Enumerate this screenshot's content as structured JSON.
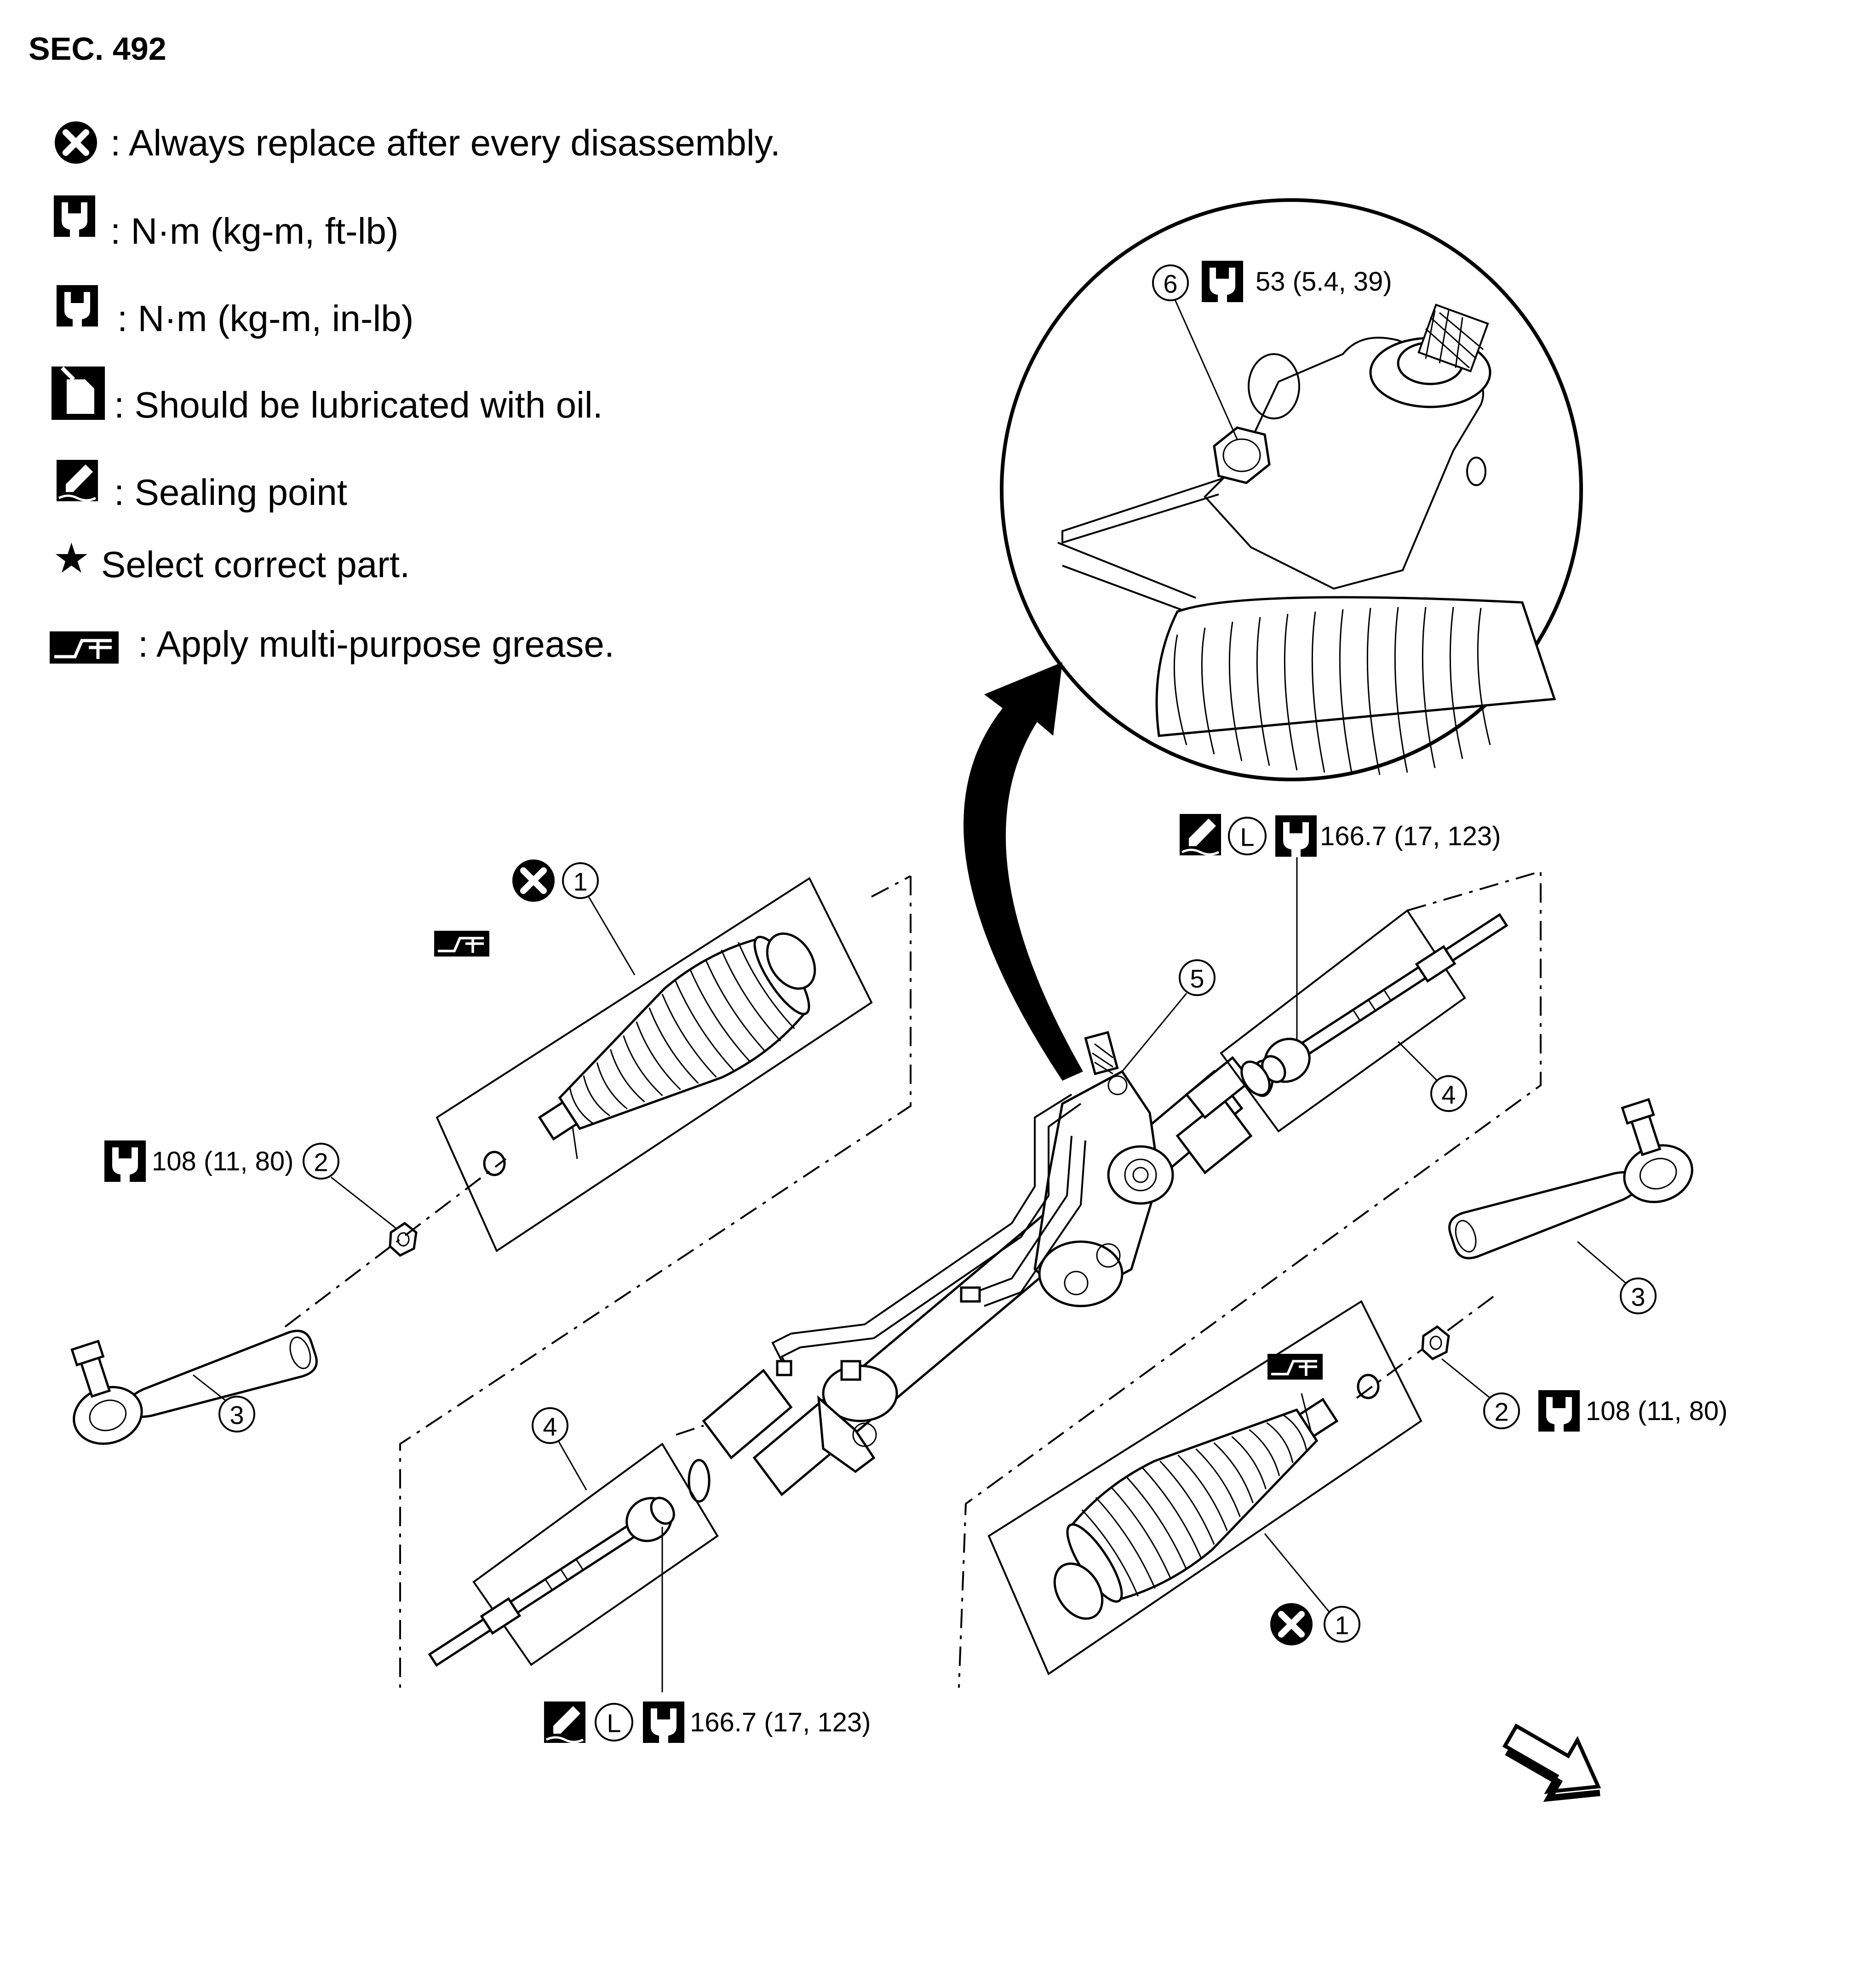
{
  "section": "SEC. 492",
  "legend": [
    {
      "icon": "always-replace-icon",
      "text": ": Always replace after every disassembly."
    },
    {
      "icon": "torque-ftlb-icon",
      "text": ": N·m (kg-m, ft-lb)"
    },
    {
      "icon": "torque-inlb-icon",
      "text": ": N·m (kg-m, in-lb)"
    },
    {
      "icon": "oil-can-icon",
      "text": ": Should be lubricated with oil."
    },
    {
      "icon": "sealing-point-icon",
      "text": ": Sealing point"
    },
    {
      "icon": "star-icon",
      "text": "Select correct part."
    },
    {
      "icon": "grease-icon",
      "text": ": Apply multi-purpose grease."
    }
  ],
  "callouts": {
    "detail_torque": "53 (5.4, 39)",
    "tie_rod_torque_upper": "166.7 (17, 123)",
    "tie_rod_torque_lower": "166.7 (17, 123)",
    "nut_torque_left": "108 (11, 80)",
    "nut_torque_right": "108 (11, 80)",
    "locking_sealant_mark": "L"
  },
  "part_numbers": {
    "boot_left": "1",
    "boot_right": "1",
    "nut_left": "2",
    "nut_right": "2",
    "outer_socket_left": "3",
    "outer_socket_right": "3",
    "inner_socket_left": "4",
    "inner_socket_right": "4",
    "gear_assembly": "5",
    "detail_item": "6"
  }
}
